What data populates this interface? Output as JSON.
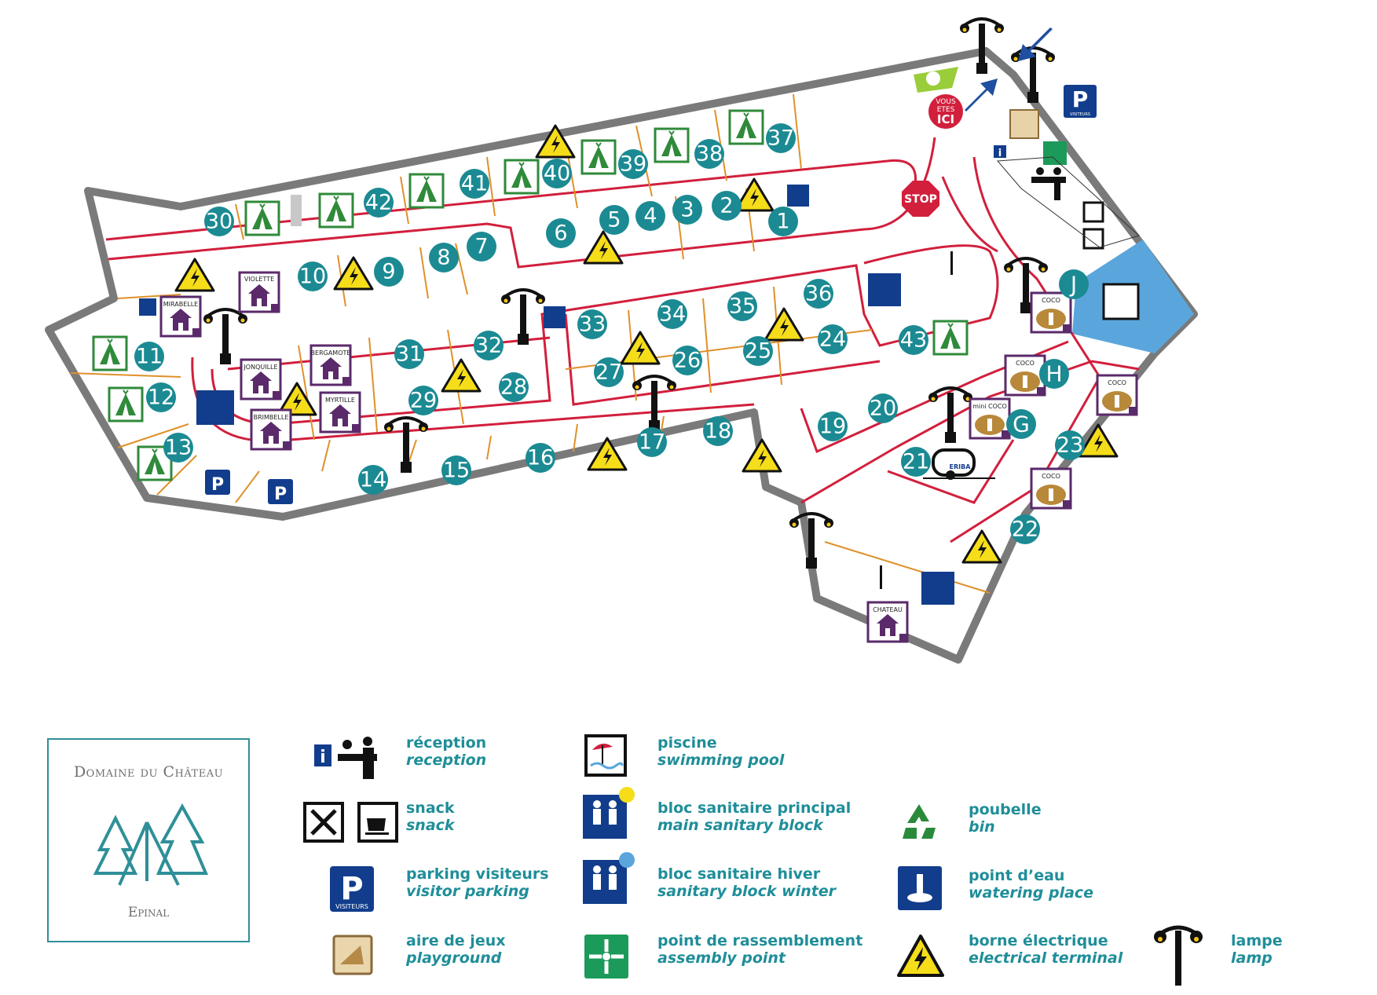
{
  "colors": {
    "outline": "#7a7a7a",
    "road": "#d21f3c",
    "pitch_line": "#e0902a",
    "pitch_dot": "#1b8a93",
    "tent_green": "#2f8a3a",
    "hut_purple": "#5a2a6a",
    "parking_blue": "#123d8c",
    "pool_blue": "#5aa6dc",
    "warning_yellow": "#f5dd1a",
    "legend_text": "#1f8e99"
  },
  "map": {
    "pitches": [
      "1",
      "2",
      "3",
      "4",
      "5",
      "6",
      "7",
      "8",
      "9",
      "10",
      "11",
      "12",
      "13",
      "14",
      "15",
      "16",
      "17",
      "18",
      "19",
      "20",
      "21",
      "22",
      "23",
      "24",
      "25",
      "26",
      "27",
      "28",
      "29",
      "30",
      "31",
      "32",
      "33",
      "34",
      "35",
      "36",
      "37",
      "38",
      "39",
      "40",
      "41",
      "42",
      "43"
    ],
    "zone_letters": [
      "G",
      "H",
      "J"
    ],
    "huts": {
      "violette": "VIOLETTE",
      "mirabelle": "MIRABELLE",
      "jonquille": "JONQUILLE",
      "bergamote": "BERGAMOTE",
      "brimbelle": "BRIMBELLE",
      "myrtille": "MYRTILLE",
      "coco": "COCO",
      "mini_coco": "mini COCO",
      "chateau": "CHATEAU"
    },
    "vous_etes_ici": [
      "VOUS",
      "ETES",
      "ICI"
    ],
    "stop": "STOP",
    "parking_letter": "P",
    "parking_sub": "VISITEURS",
    "eriba": "ERIBA",
    "info_letter": "i"
  },
  "legend": {
    "reception": {
      "fr": "réception",
      "en": "reception",
      "icon": "reception-icon"
    },
    "snack": {
      "fr": "snack",
      "en": "snack",
      "icon": "snack-icon"
    },
    "parking": {
      "fr": "parking visiteurs",
      "en": "visitor parking",
      "icon": "parking-icon"
    },
    "playground": {
      "fr": "aire de jeux",
      "en": "playground",
      "icon": "playground-icon"
    },
    "pool": {
      "fr": "piscine",
      "en": "swimming pool",
      "icon": "pool-icon"
    },
    "sanitary_main": {
      "fr": "bloc sanitaire principal",
      "en": "main sanitary block",
      "icon": "sanitary-sun-icon"
    },
    "sanitary_winter": {
      "fr": "bloc sanitaire hiver",
      "en": "sanitary block winter",
      "icon": "sanitary-snow-icon"
    },
    "assembly": {
      "fr": "point de rassemblement",
      "en": "assembly point",
      "icon": "assembly-icon"
    },
    "bin": {
      "fr": "poubelle",
      "en": "bin",
      "icon": "recycle-icon"
    },
    "water": {
      "fr": "point d’eau",
      "en": "watering place",
      "icon": "water-icon"
    },
    "electric": {
      "fr": "borne électrique",
      "en": "electrical terminal",
      "icon": "electric-icon"
    },
    "lamp": {
      "fr": "lampe",
      "en": "lamp",
      "icon": "lamp-icon"
    }
  },
  "logo": {
    "title": "Domaine du Château",
    "subtitle": "Epinal"
  }
}
